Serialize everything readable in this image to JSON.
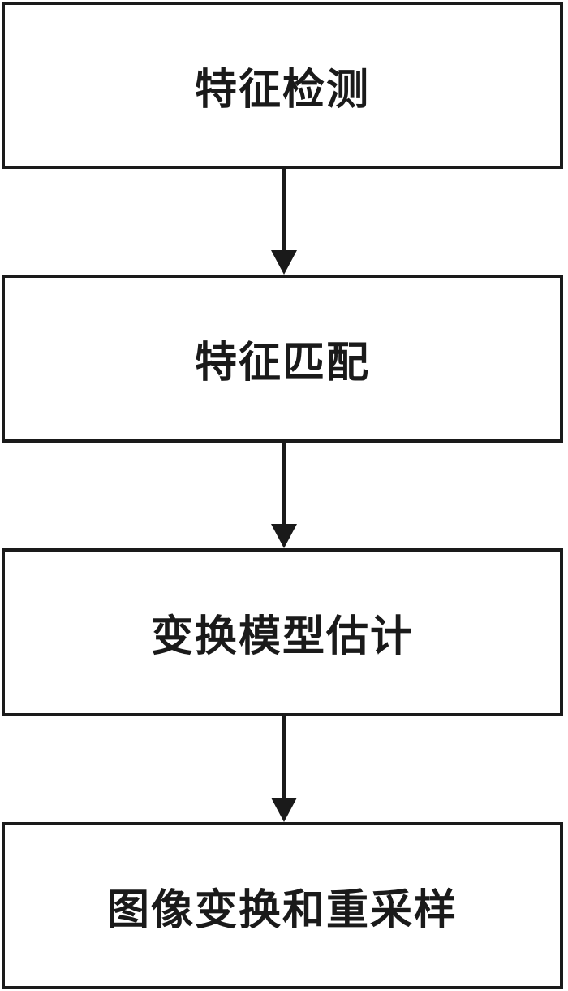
{
  "steps": [
    {
      "label": "特征检测"
    },
    {
      "label": "特征匹配"
    },
    {
      "label": "变换模型估计"
    },
    {
      "label": "图像变换和重采样"
    }
  ]
}
